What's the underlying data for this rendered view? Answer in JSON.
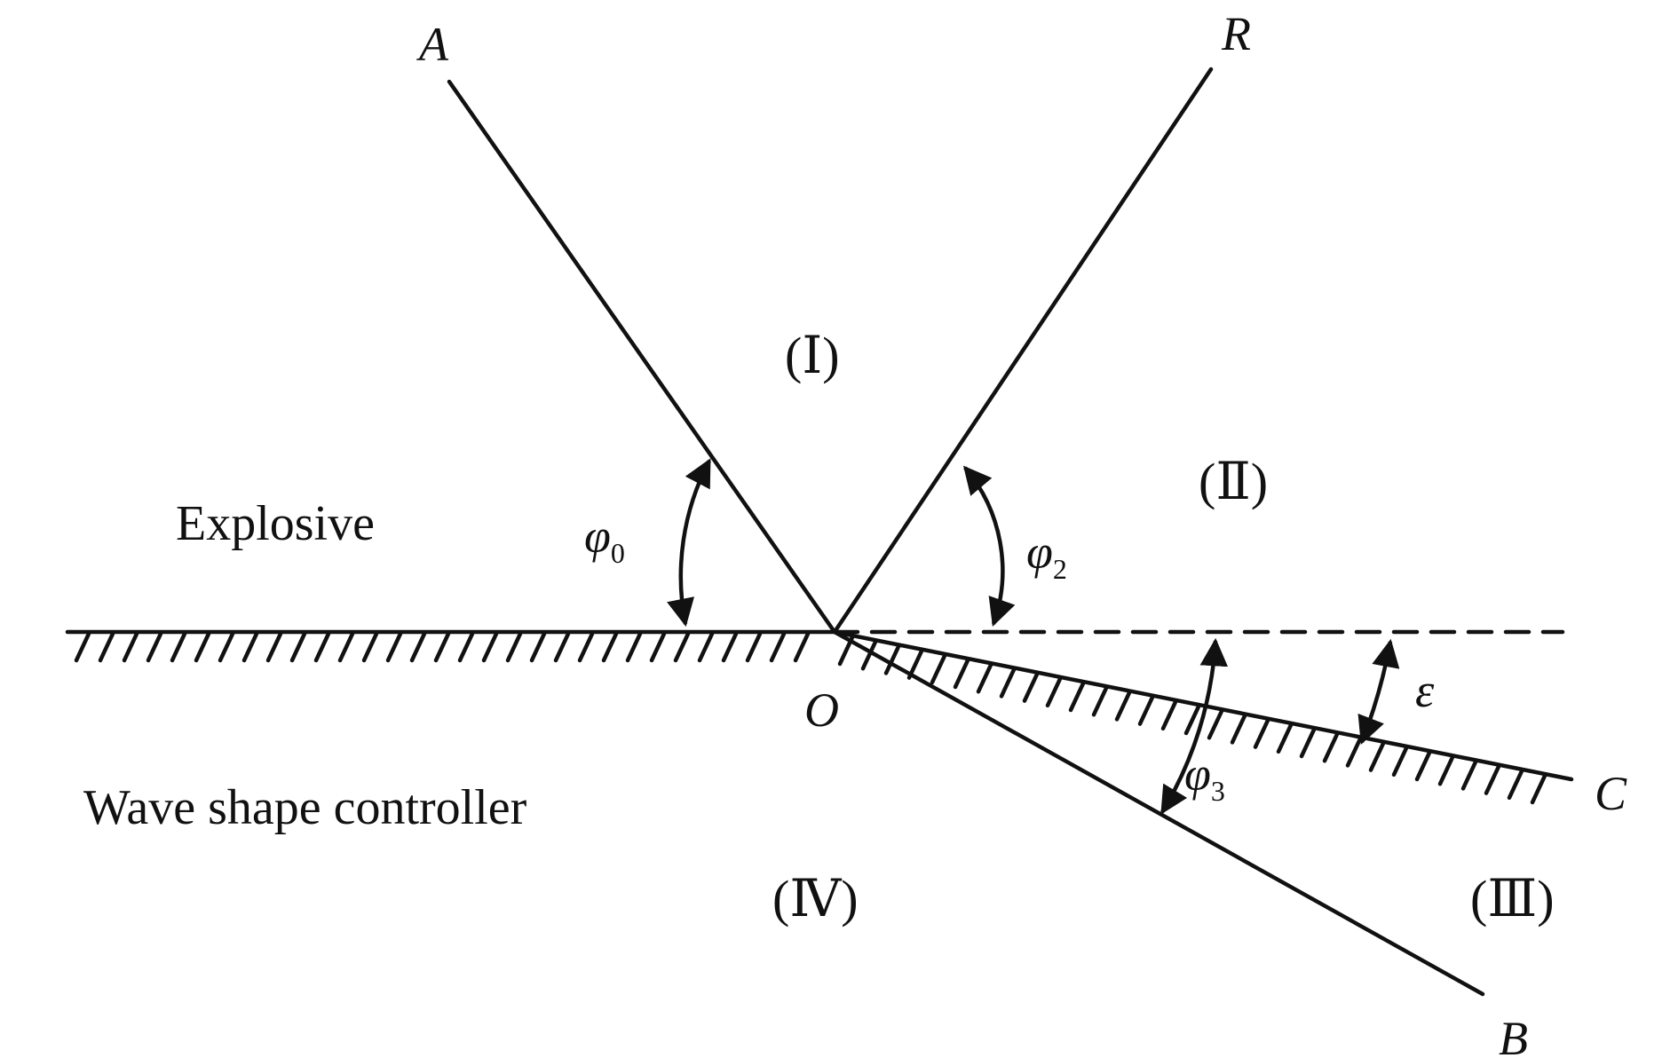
{
  "points": {
    "A": "A",
    "R": "R",
    "O": "O",
    "B": "B",
    "C": "C"
  },
  "regions": {
    "I": "(Ⅰ)",
    "II": "(Ⅱ)",
    "III": "(Ⅲ)",
    "IV": "(Ⅳ)"
  },
  "media": {
    "explosive": "Explosive",
    "controller": "Wave shape controller"
  },
  "angles": {
    "phi0": {
      "symbol": "φ",
      "subscript": "0"
    },
    "phi2": {
      "symbol": "φ",
      "subscript": "2"
    },
    "phi3": {
      "symbol": "φ",
      "subscript": "3"
    },
    "epsilon": {
      "symbol": "ε"
    }
  }
}
